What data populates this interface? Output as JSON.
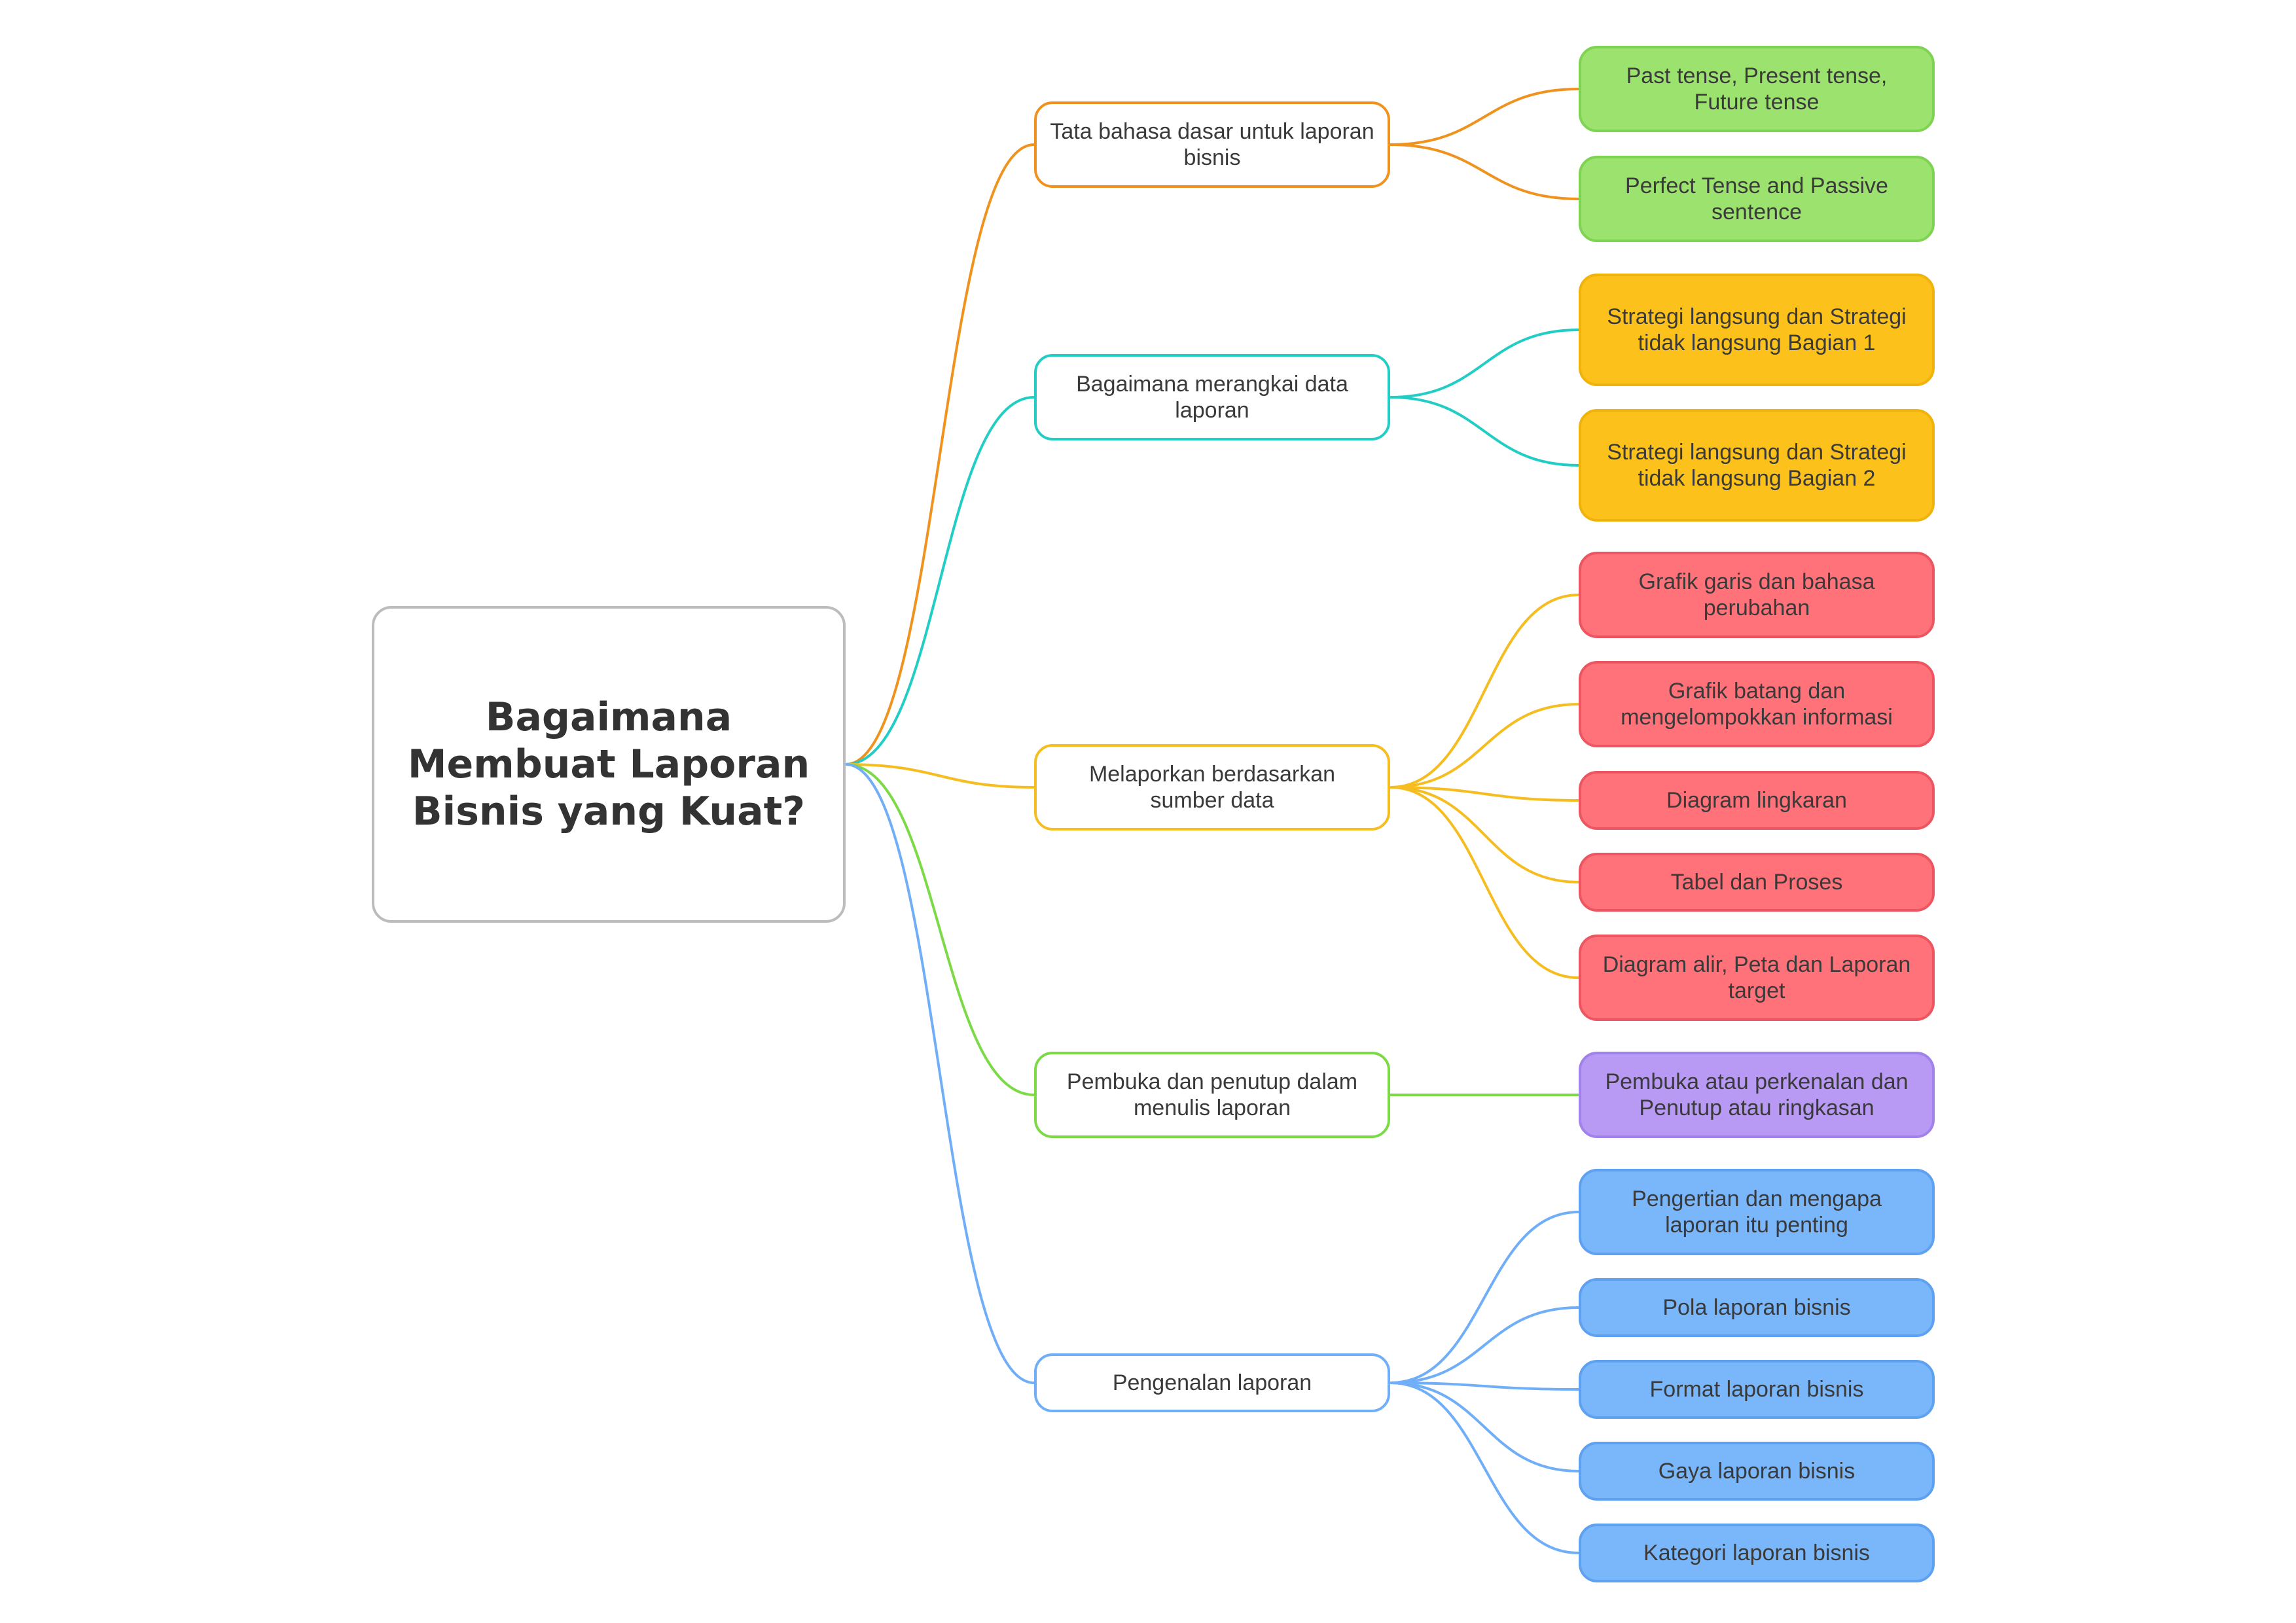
{
  "root": {
    "title": "Bagaimana Membuat Laporan Bisnis yang Kuat?"
  },
  "branches": [
    {
      "label": "Tata bahasa dasar untuk laporan bisnis",
      "line_color": "#f0931e",
      "leaf_fill": "#9ce26e",
      "leaf_border": "#7ed352",
      "children": [
        "Past tense, Present tense, Future tense",
        "Perfect Tense and Passive sentence"
      ]
    },
    {
      "label": "Bagaimana merangkai data laporan",
      "line_color": "#22cdc5",
      "leaf_fill": "#fcc21b",
      "leaf_border": "#f0b30b",
      "children": [
        "Strategi langsung dan Strategi tidak langsung Bagian 1",
        "Strategi langsung dan Strategi tidak langsung Bagian 2"
      ]
    },
    {
      "label": "Melaporkan berdasarkan sumber data",
      "line_color": "#f5bd20",
      "leaf_fill": "#ff727a",
      "leaf_border": "#ed5660",
      "children": [
        "Grafik garis dan bahasa perubahan",
        "Grafik batang dan mengelompokkan informasi",
        "Diagram lingkaran",
        "Tabel dan Proses",
        "Diagram alir, Peta dan Laporan target"
      ]
    },
    {
      "label": "Pembuka dan penutup dalam menulis laporan",
      "line_color": "#7dda47",
      "leaf_fill": "#b899f4",
      "leaf_border": "#a182ea",
      "children": [
        "Pembuka atau perkenalan dan Penutup atau ringkasan"
      ]
    },
    {
      "label": "Pengenalan laporan",
      "line_color": "#70aff8",
      "leaf_fill": "#7ab6fa",
      "leaf_border": "#5fa1f1",
      "children": [
        "Pengertian dan mengapa laporan itu penting",
        "Pola laporan bisnis",
        "Format laporan bisnis",
        "Gaya laporan bisnis",
        "Kategori laporan bisnis"
      ]
    }
  ]
}
